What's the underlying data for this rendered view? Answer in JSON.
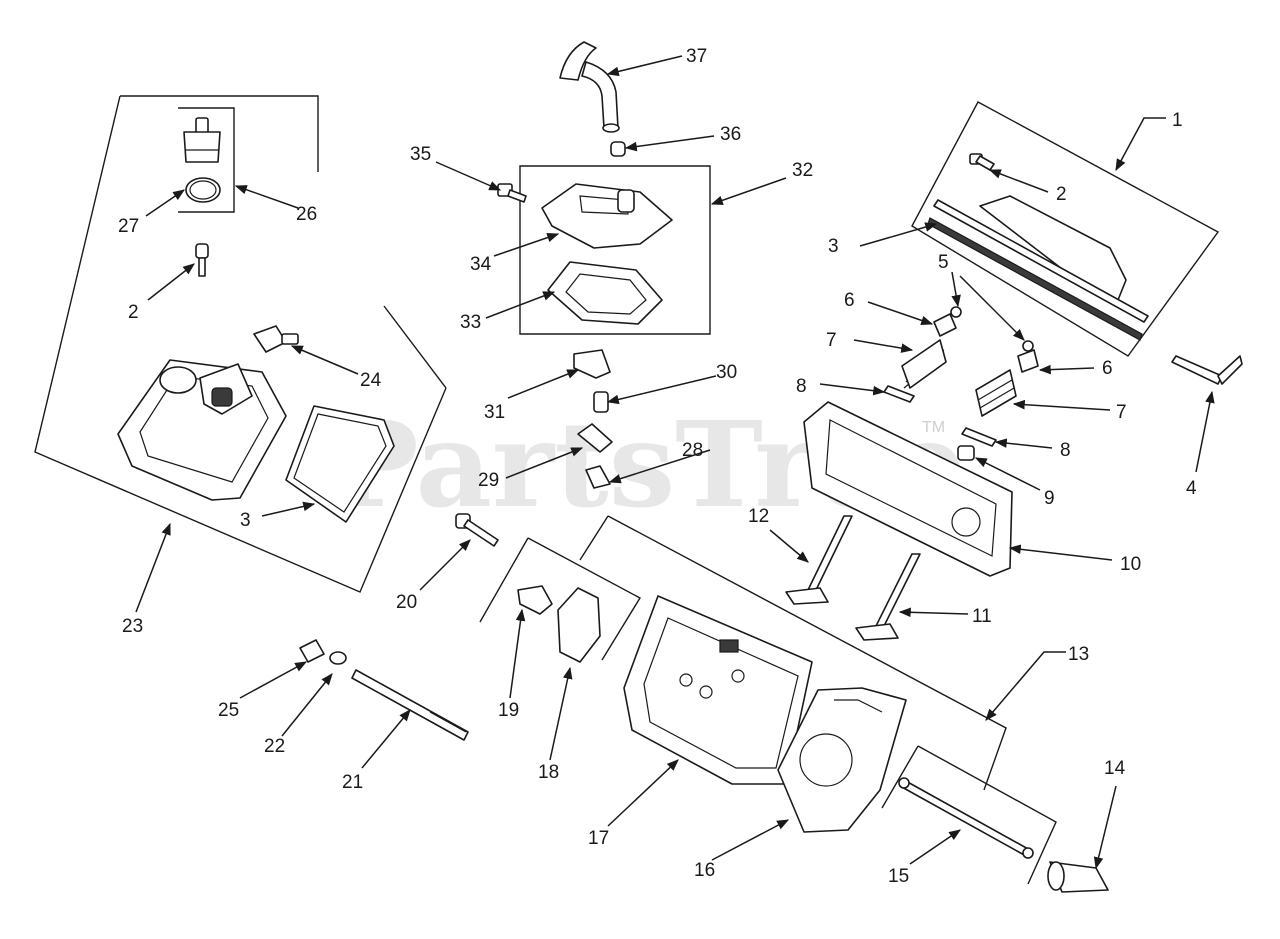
{
  "watermark": {
    "text": "PartsTree",
    "mark": "TM"
  },
  "callouts": [
    {
      "id": "c1",
      "label": "1"
    },
    {
      "id": "c2a",
      "label": "2"
    },
    {
      "id": "c3a",
      "label": "3"
    },
    {
      "id": "c4",
      "label": "4"
    },
    {
      "id": "c5",
      "label": "5"
    },
    {
      "id": "c6a",
      "label": "6"
    },
    {
      "id": "c6b",
      "label": "6"
    },
    {
      "id": "c7a",
      "label": "7"
    },
    {
      "id": "c7b",
      "label": "7"
    },
    {
      "id": "c8a",
      "label": "8"
    },
    {
      "id": "c8b",
      "label": "8"
    },
    {
      "id": "c9",
      "label": "9"
    },
    {
      "id": "c10",
      "label": "10"
    },
    {
      "id": "c11",
      "label": "11"
    },
    {
      "id": "c12",
      "label": "12"
    },
    {
      "id": "c13",
      "label": "13"
    },
    {
      "id": "c14",
      "label": "14"
    },
    {
      "id": "c15",
      "label": "15"
    },
    {
      "id": "c16",
      "label": "16"
    },
    {
      "id": "c17",
      "label": "17"
    },
    {
      "id": "c18",
      "label": "18"
    },
    {
      "id": "c19",
      "label": "19"
    },
    {
      "id": "c20",
      "label": "20"
    },
    {
      "id": "c21",
      "label": "21"
    },
    {
      "id": "c22",
      "label": "22"
    },
    {
      "id": "c23",
      "label": "23"
    },
    {
      "id": "c24",
      "label": "24"
    },
    {
      "id": "c25",
      "label": "25"
    },
    {
      "id": "c26",
      "label": "26"
    },
    {
      "id": "c27",
      "label": "27"
    },
    {
      "id": "c2b",
      "label": "2"
    },
    {
      "id": "c3b",
      "label": "3"
    },
    {
      "id": "c28",
      "label": "28"
    },
    {
      "id": "c29",
      "label": "29"
    },
    {
      "id": "c30",
      "label": "30"
    },
    {
      "id": "c31",
      "label": "31"
    },
    {
      "id": "c32",
      "label": "32"
    },
    {
      "id": "c33",
      "label": "33"
    },
    {
      "id": "c34",
      "label": "34"
    },
    {
      "id": "c35",
      "label": "35"
    },
    {
      "id": "c36",
      "label": "36"
    },
    {
      "id": "c37",
      "label": "37"
    }
  ]
}
